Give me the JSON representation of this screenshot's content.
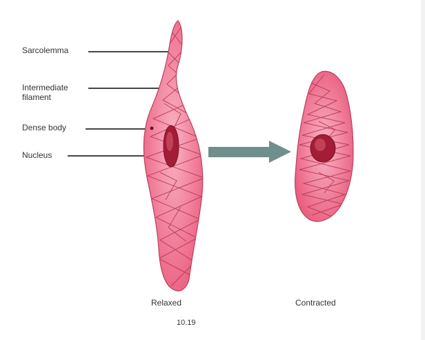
{
  "labels": {
    "sarcolemma": "Sarcolemma",
    "intermediate_filament": "Intermediate\nfilament",
    "dense_body": "Dense body",
    "nucleus": "Nucleus"
  },
  "captions": {
    "relaxed": "Relaxed",
    "contracted": "Contracted",
    "figure_number": "10.19"
  },
  "colors": {
    "cell_fill": "#f0708f",
    "cell_fill_light": "#f7a3b6",
    "cell_outline": "#a8324e",
    "nucleus": "#9b1a2e",
    "arrow": "#6f8f8c"
  }
}
